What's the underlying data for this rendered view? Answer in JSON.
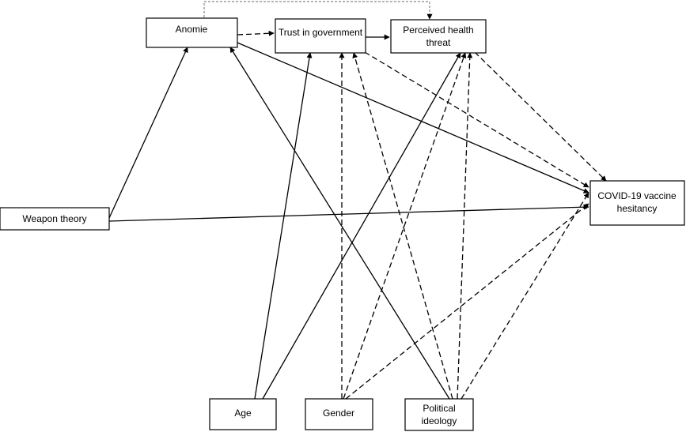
{
  "nodes": {
    "anomie": {
      "lines": [
        "Anomie"
      ]
    },
    "trust": {
      "lines": [
        "Trust in government"
      ]
    },
    "threat": {
      "lines": [
        "Perceived health",
        "threat"
      ]
    },
    "weapon": {
      "lines": [
        "Weapon theory"
      ]
    },
    "hesitancy": {
      "lines": [
        "COVID-19 vaccine",
        "hesitancy"
      ]
    },
    "age": {
      "lines": [
        "Age"
      ]
    },
    "gender": {
      "lines": [
        "Gender"
      ]
    },
    "ideology": {
      "lines": [
        "Political",
        "ideology"
      ]
    }
  },
  "edges": [
    {
      "from": "anomie",
      "to": "trust",
      "style": "dashed"
    },
    {
      "from": "trust",
      "to": "threat",
      "style": "solid"
    },
    {
      "from": "anomie",
      "to": "threat",
      "style": "dotted"
    },
    {
      "from": "anomie",
      "to": "hesitancy",
      "style": "solid"
    },
    {
      "from": "trust",
      "to": "hesitancy",
      "style": "dashed"
    },
    {
      "from": "threat",
      "to": "hesitancy",
      "style": "dashed"
    },
    {
      "from": "weapon",
      "to": "anomie",
      "style": "solid"
    },
    {
      "from": "weapon",
      "to": "hesitancy",
      "style": "solid"
    },
    {
      "from": "age",
      "to": "trust",
      "style": "solid"
    },
    {
      "from": "age",
      "to": "threat",
      "style": "solid"
    },
    {
      "from": "gender",
      "to": "trust",
      "style": "dashed"
    },
    {
      "from": "gender",
      "to": "threat",
      "style": "dashed"
    },
    {
      "from": "gender",
      "to": "hesitancy",
      "style": "dashed"
    },
    {
      "from": "ideology",
      "to": "anomie",
      "style": "solid"
    },
    {
      "from": "ideology",
      "to": "trust",
      "style": "dashed"
    },
    {
      "from": "ideology",
      "to": "threat",
      "style": "dashed"
    },
    {
      "from": "ideology",
      "to": "hesitancy",
      "style": "dashed"
    }
  ]
}
